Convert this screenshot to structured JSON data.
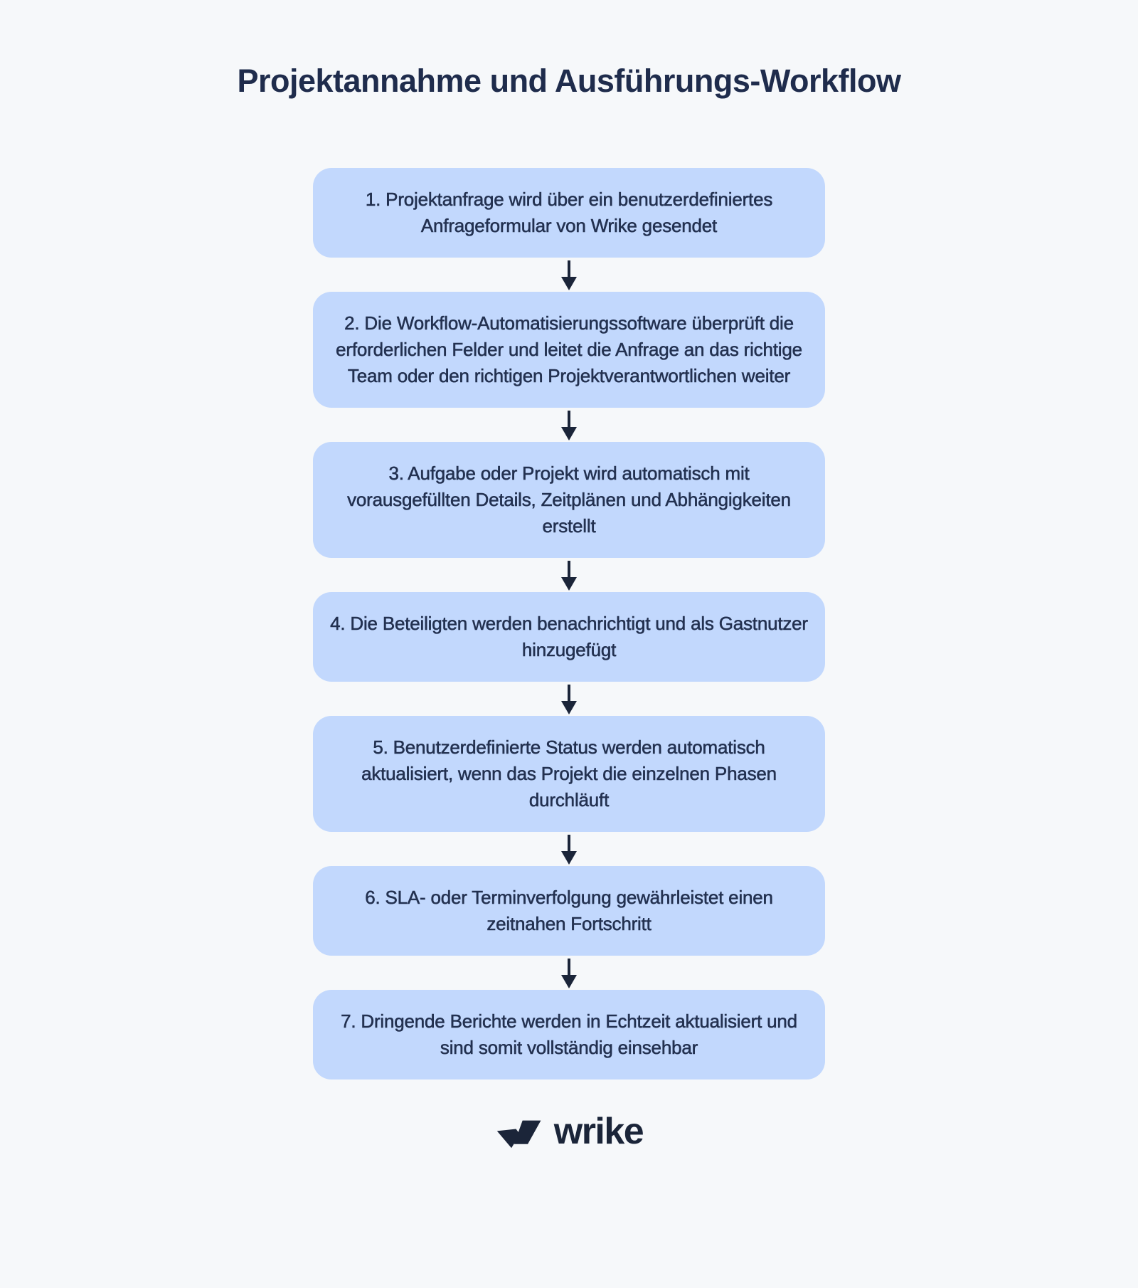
{
  "page": {
    "title": "Projektannahme und Ausführungs-Workflow"
  },
  "colors": {
    "background": "#f6f8fa",
    "box_fill": "#c2d8fd",
    "text_primary": "#233150",
    "title": "#1f2c4c",
    "arrow": "#1b2539"
  },
  "flow": {
    "steps": [
      "1. Projektanfrage wird über ein benutzerdefiniertes Anfrageformular von Wrike gesendet",
      "2. Die Workflow-Automatisierungssoftware überprüft die erforderlichen Felder und leitet die Anfrage an das richtige Team oder den richtigen Projektverantwortlichen weiter",
      "3. Aufgabe oder Projekt wird automatisch mit vorausgefüllten Details, Zeitplänen und Abhängigkeiten erstellt",
      "4. Die Beteiligten werden benachrichtigt und als Gastnutzer hinzugefügt",
      "5. Benutzerdefinierte Status werden automatisch aktualisiert, wenn das Projekt die einzelnen Phasen durchläuft",
      "6. SLA- oder Terminverfolgung gewährleistet einen zeitnahen Fortschritt",
      "7. Dringende Berichte werden in Echtzeit aktualisiert und sind somit vollständig einsehbar"
    ]
  },
  "footer": {
    "logo_text": "wrike",
    "logo_icon": "wrike-double-check-icon"
  }
}
